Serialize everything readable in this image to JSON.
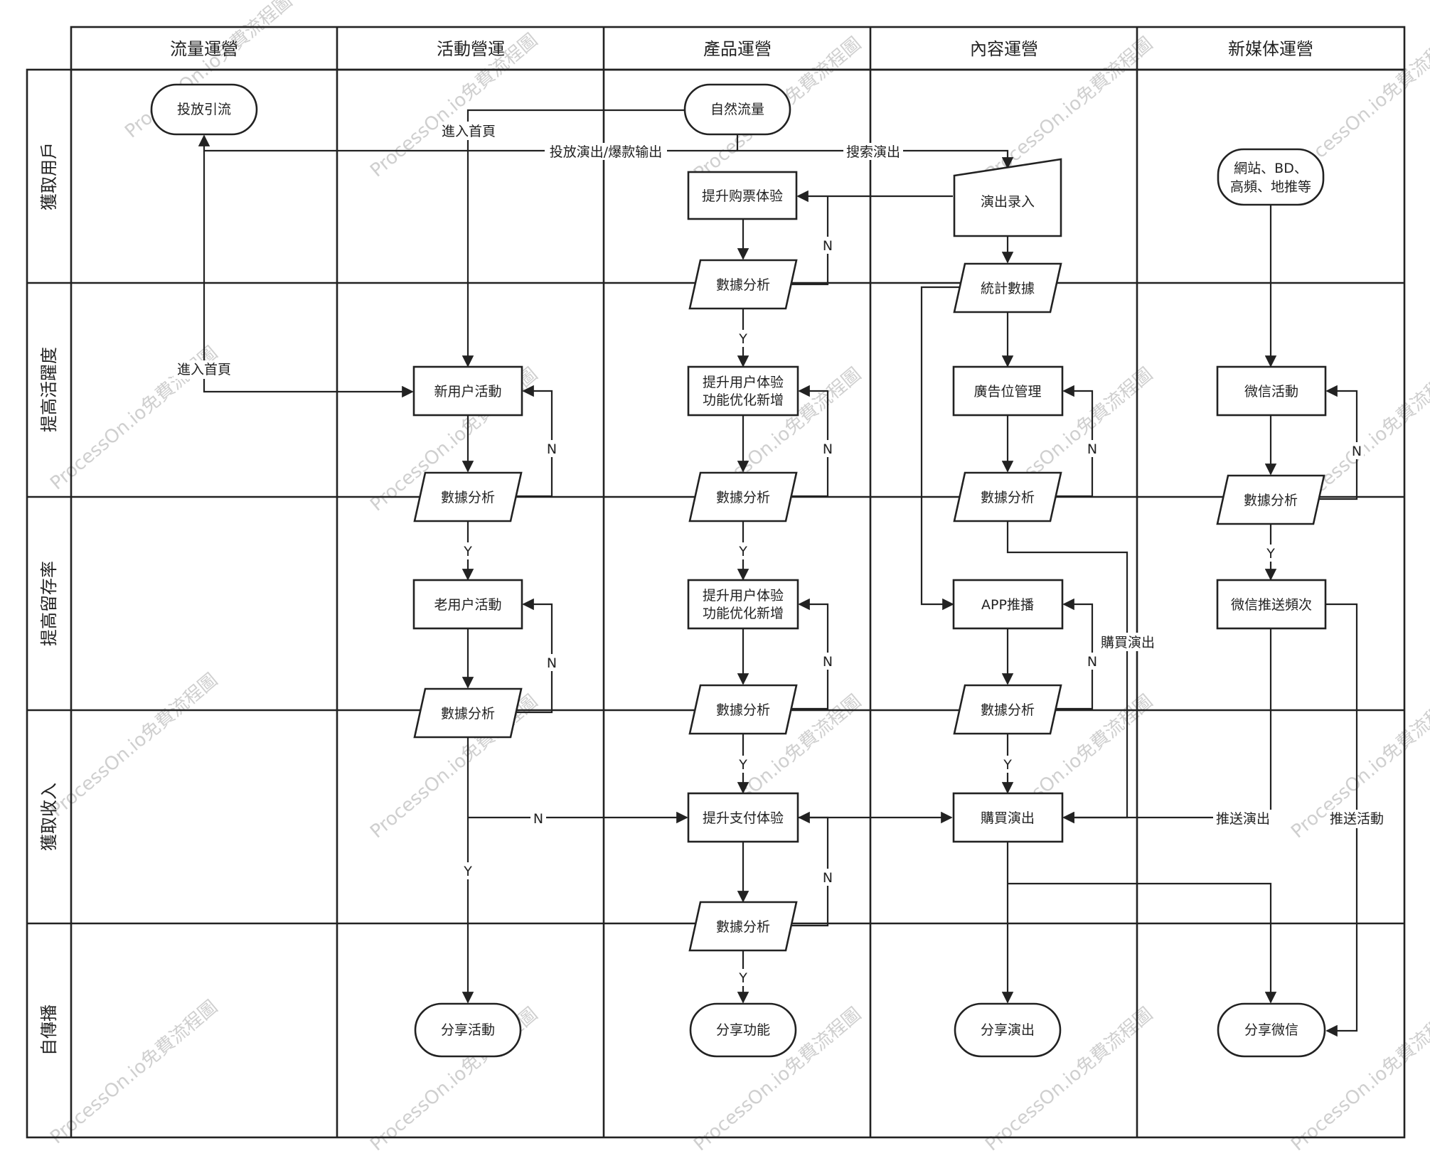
{
  "columns": [
    "流量運營",
    "活動營運",
    "產品運營",
    "內容運營",
    "新媒体運營"
  ],
  "lanes": [
    "獲取用戶",
    "提高活躍度",
    "提高留存率",
    "獲取收入",
    "自傳播"
  ],
  "watermark": "ProcessOn.io免費流程圖",
  "nodes": {
    "tf_yl": "投放引流",
    "zr_ll": "自然流量",
    "tsgp": "提升购票体验",
    "yclr": "演出录入",
    "wz": [
      "網站、BD、",
      "高頻、地推等"
    ],
    "p_sjfx1": "數據分析",
    "tjsj": "統計數據",
    "xyh": "新用户活動",
    "ty1": [
      "提升用户体验",
      "功能优化新增"
    ],
    "ggw": "廣告位管理",
    "wxhd": "微信活動",
    "a_sjfx1": "數據分析",
    "p_sjfx2": "數據分析",
    "c_sjfx1": "數據分析",
    "m_sjfx1": "數據分析",
    "lyh": "老用户活動",
    "ty2": [
      "提升用户体验",
      "功能优化新增"
    ],
    "app": "APP推播",
    "wxts": "微信推送頻次",
    "a_sjfx2": "數據分析",
    "p_sjfx3": "數據分析",
    "c_sjfx2": "數據分析",
    "zf": "提升支付体验",
    "gm": "購買演出",
    "p_sjfx4": "數據分析",
    "fx_hd": "分享活動",
    "fx_gn": "分享功能",
    "fx_yc": "分享演出",
    "fx_wx": "分享微信"
  },
  "edge_labels": {
    "jrsy_top": "進入首頁",
    "jrsy_left": "進入首頁",
    "tfyc": "投放演出/爆款输出",
    "ssyc": "搜索演出",
    "gmyc": "購買演出",
    "tsyc": "推送演出",
    "tshd": "推送活動",
    "Y": "Y",
    "N": "N"
  }
}
